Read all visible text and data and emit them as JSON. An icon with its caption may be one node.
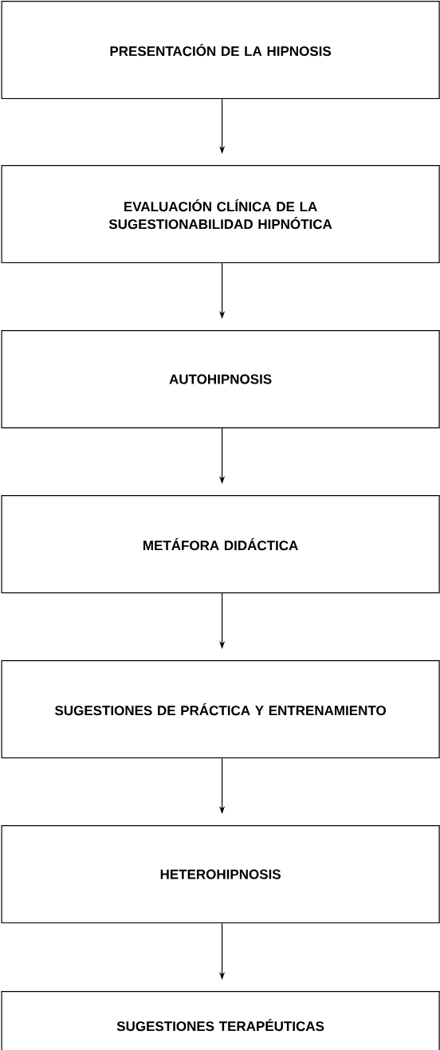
{
  "diagram": {
    "nodes": [
      {
        "text": [
          "PRESENTACIÓN DE LA HIPNOSIS"
        ]
      },
      {
        "text": [
          "EVALUACIÓN CLÍNICA DE LA SUGESTIONABILIDAD HIPNÓTICA"
        ]
      },
      {
        "text": [
          "AUTOHIPNOSIS"
        ]
      },
      {
        "text": [
          "METÁFORA DIDÁCTICA"
        ]
      },
      {
        "text": [
          "SUGESTIONES DE PRÁCTICA Y ENTRENAMIENTO"
        ]
      },
      {
        "text": [
          "HETEROHIPNOSIS"
        ]
      },
      {
        "text": [
          "SUGESTIONES TERAPÉUTICAS"
        ]
      }
    ],
    "edges": [
      {
        "from": 0,
        "to": 1,
        "arrow": "to"
      },
      {
        "from": 1,
        "to": 2,
        "arrow": "to"
      },
      {
        "from": 2,
        "to": 3,
        "arrow": "to"
      },
      {
        "from": 3,
        "to": 4,
        "arrow": "to"
      },
      {
        "from": 4,
        "to": 5,
        "arrow": "to"
      },
      {
        "from": 5,
        "to": 6,
        "arrow": "to"
      }
    ]
  }
}
